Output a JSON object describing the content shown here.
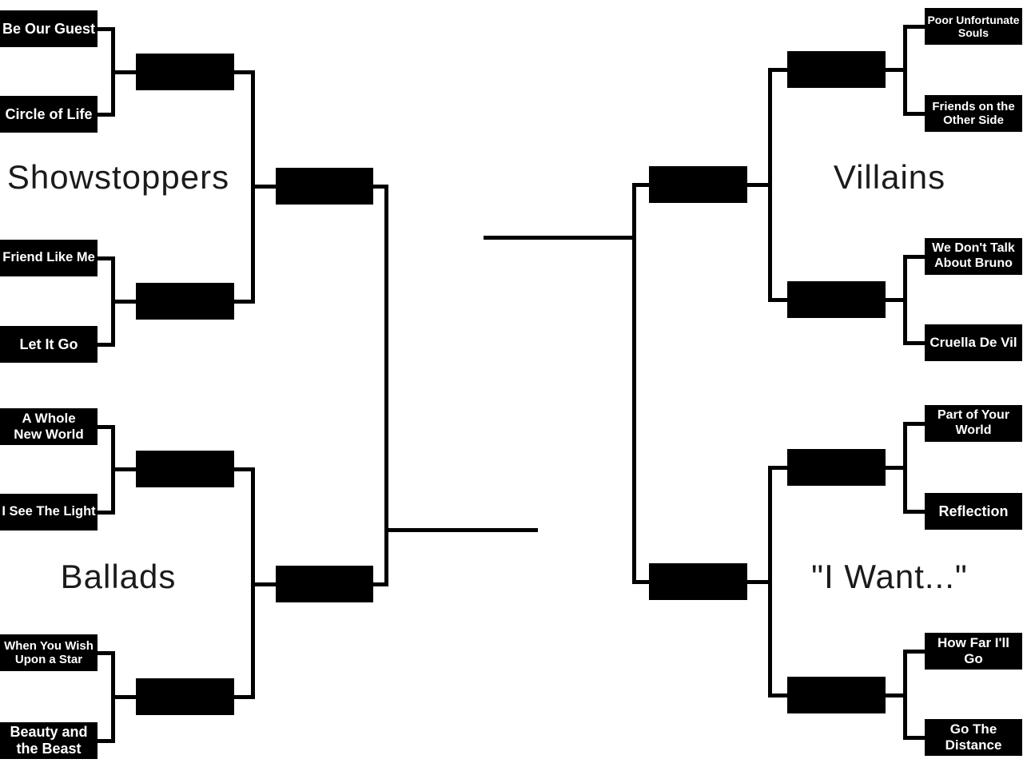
{
  "colors": {
    "background": "#ffffff",
    "box_bg": "#000000",
    "box_text": "#ffffff",
    "line": "#000000",
    "title_text": "#1b1b1b"
  },
  "regions": [
    {
      "title": "Showstoppers",
      "matchups": [
        {
          "a": "Be Our Guest",
          "b": "Circle of Life"
        },
        {
          "a": "Friend Like Me",
          "b": "Let It Go"
        }
      ]
    },
    {
      "title": "Ballads",
      "matchups": [
        {
          "a": "A Whole\nNew World",
          "b": "I See The Light"
        },
        {
          "a": "When You Wish\nUpon a Star",
          "b": "Beauty and\nthe Beast"
        }
      ]
    },
    {
      "title": "Villains",
      "matchups": [
        {
          "a": "Poor Unfortunate\nSouls",
          "b": "Friends on the\nOther Side"
        },
        {
          "a": "We Don't Talk\nAbout Bruno",
          "b": "Cruella De Vil"
        }
      ]
    },
    {
      "title": "\"I Want...\"",
      "matchups": [
        {
          "a": "Part of Your\nWorld",
          "b": "Reflection"
        },
        {
          "a": "How Far I'll\nGo",
          "b": "Go The\nDistance"
        }
      ]
    }
  ]
}
